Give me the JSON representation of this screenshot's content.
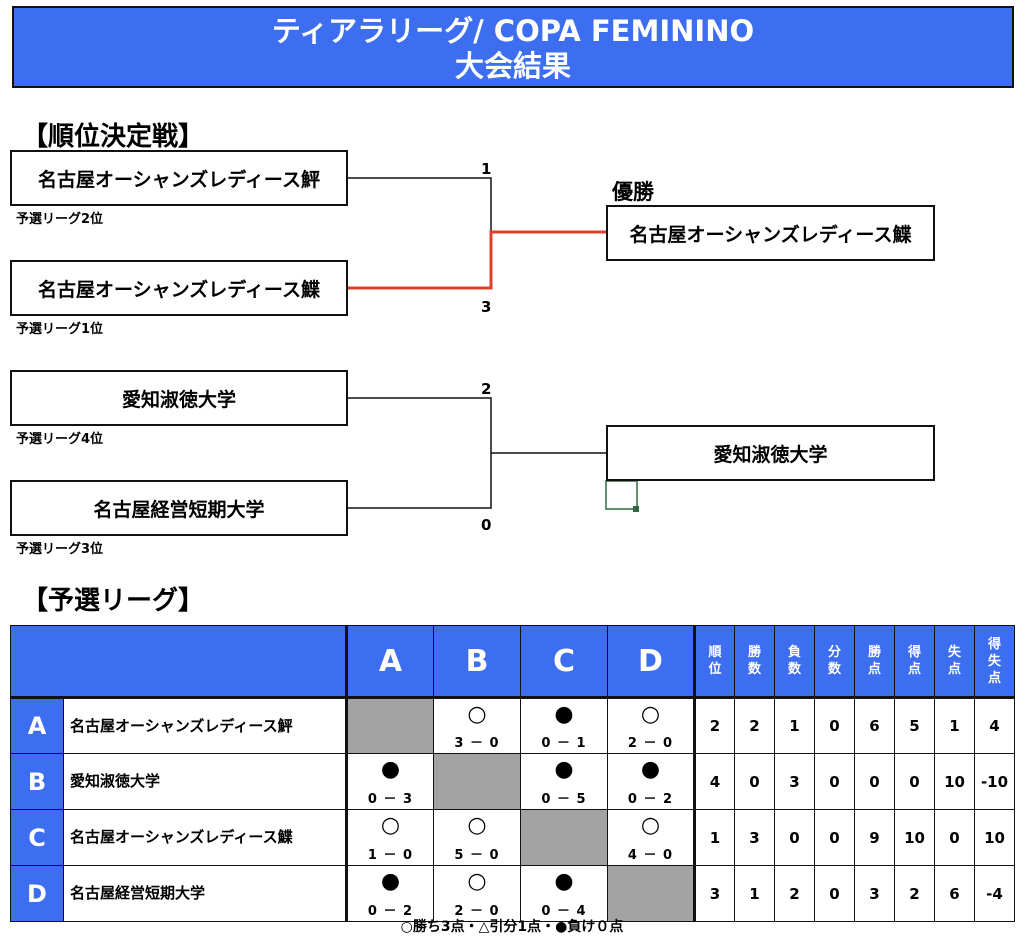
{
  "title": {
    "line1": "ティアラリーグ/ COPA FEMININO",
    "line2": "大会結果"
  },
  "colors": {
    "banner": "#3d6ef0",
    "win_path": "#e0402a",
    "cell_select": "#2f6b3e"
  },
  "tournament": {
    "heading": "【順位決定戦】",
    "semis": [
      {
        "team": "名古屋オーシャンズレディース鮃",
        "rank": "予選リーグ2位",
        "score": "1"
      },
      {
        "team": "名古屋オーシャンズレディース鰈",
        "rank": "予選リーグ1位",
        "score": "3"
      },
      {
        "team": "愛知淑徳大学",
        "rank": "予選リーグ4位",
        "score": "2"
      },
      {
        "team": "名古屋経営短期大学",
        "rank": "予選リーグ3位",
        "score": "0"
      }
    ],
    "champion_label": "優勝",
    "champion": "名古屋オーシャンズレディース鰈",
    "second_winner": "愛知淑徳大学"
  },
  "league": {
    "heading": "【予選リーグ】",
    "col_letters": [
      "A",
      "B",
      "C",
      "D"
    ],
    "stat_headers": [
      [
        "順",
        "位"
      ],
      [
        "勝",
        "数"
      ],
      [
        "負",
        "数"
      ],
      [
        "分",
        "数"
      ],
      [
        "勝",
        "点"
      ],
      [
        "得",
        "点"
      ],
      [
        "失",
        "点"
      ],
      [
        "得",
        "失",
        "点"
      ]
    ],
    "rows": [
      {
        "letter": "A",
        "team": "名古屋オーシャンズレディース鮃",
        "results": [
          null,
          {
            "mark": "○",
            "score": "3 － 0"
          },
          {
            "mark": "●",
            "score": "0 － 1"
          },
          {
            "mark": "○",
            "score": "2 － 0"
          }
        ],
        "stats": [
          "2",
          "2",
          "1",
          "0",
          "6",
          "5",
          "1",
          "4"
        ]
      },
      {
        "letter": "B",
        "team": "愛知淑徳大学",
        "results": [
          {
            "mark": "●",
            "score": "0 － 3"
          },
          null,
          {
            "mark": "●",
            "score": "0 － 5"
          },
          {
            "mark": "●",
            "score": "0 － 2"
          }
        ],
        "stats": [
          "4",
          "0",
          "3",
          "0",
          "0",
          "0",
          "10",
          "-10"
        ]
      },
      {
        "letter": "C",
        "team": "名古屋オーシャンズレディース鰈",
        "results": [
          {
            "mark": "○",
            "score": "1 － 0"
          },
          {
            "mark": "○",
            "score": "5 － 0"
          },
          null,
          {
            "mark": "○",
            "score": "4 － 0"
          }
        ],
        "stats": [
          "1",
          "3",
          "0",
          "0",
          "9",
          "10",
          "0",
          "10"
        ]
      },
      {
        "letter": "D",
        "team": "名古屋経営短期大学",
        "results": [
          {
            "mark": "●",
            "score": "0 － 2"
          },
          {
            "mark": "○",
            "score": "2 － 0"
          },
          {
            "mark": "●",
            "score": "0 － 4"
          },
          null
        ],
        "stats": [
          "3",
          "1",
          "2",
          "0",
          "3",
          "2",
          "6",
          "-4"
        ]
      }
    ],
    "legend": "○勝ち3点・△引分1点・●負け０点"
  }
}
